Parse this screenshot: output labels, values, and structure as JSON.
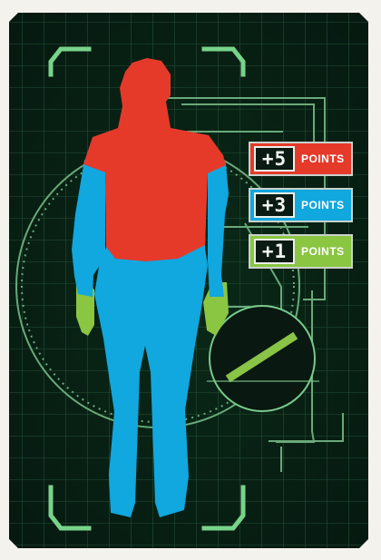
{
  "colors": {
    "background": "#071f12",
    "grid": "#28523a",
    "frame": "#78d38a",
    "red_zone": "#e53a2a",
    "blue_zone": "#11a7df",
    "green_zone": "#8ac641",
    "legend_text": "#ffffff"
  },
  "icons": {
    "frame": "corner-bracket-icon",
    "body": "human-silhouette-icon",
    "radar": "radar-icon"
  },
  "legend": [
    {
      "score": "+5",
      "label": "POINTS",
      "color": "#e53a2a"
    },
    {
      "score": "+3",
      "label": "POINTS",
      "color": "#11a7df"
    },
    {
      "score": "+1",
      "label": "POINTS",
      "color": "#8ac641"
    }
  ]
}
